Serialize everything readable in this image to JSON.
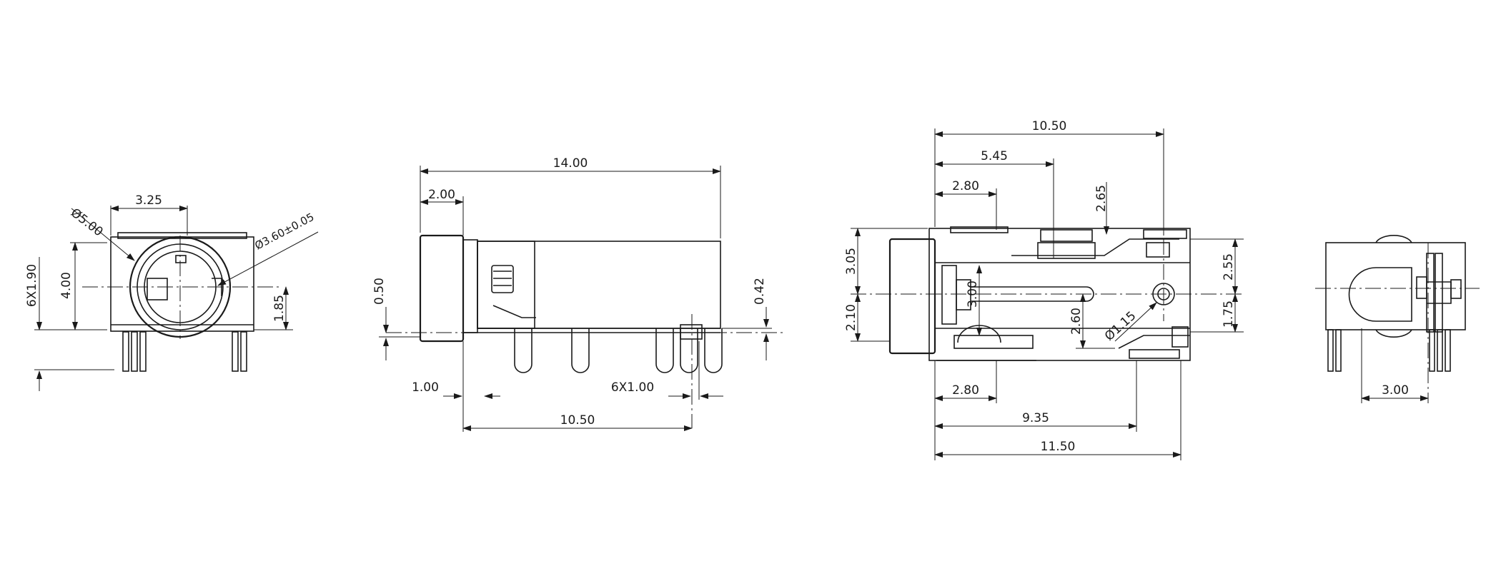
{
  "front_view": {
    "dims": {
      "width_325": "3.25",
      "dia_500": "Ø5.00",
      "dia_360": "Ø3.60±0.05",
      "pitch_6x190": "6X1.90",
      "height_400": "4.00",
      "height_185": "1.85"
    }
  },
  "side_view": {
    "dims": {
      "length_1400": "14.00",
      "flange_200": "2.00",
      "offset_050": "0.50",
      "offset_042": "0.42",
      "pin_100": "1.00",
      "pins_6x100": "6X1.00",
      "span_1050": "10.50"
    }
  },
  "top_view": {
    "dims": {
      "d_1050": "10.50",
      "d_545": "5.45",
      "d_280_top": "2.80",
      "d_265": "2.65",
      "d_305": "3.05",
      "d_210": "2.10",
      "d_300": "3.00",
      "d_260": "2.60",
      "dia_115": "Ø1.15",
      "d_255": "2.55",
      "d_175": "1.75",
      "d_280_bottom": "2.80",
      "d_935": "9.35",
      "d_1150": "11.50"
    }
  },
  "rear_view": {
    "dims": {
      "width_300": "3.00"
    }
  }
}
